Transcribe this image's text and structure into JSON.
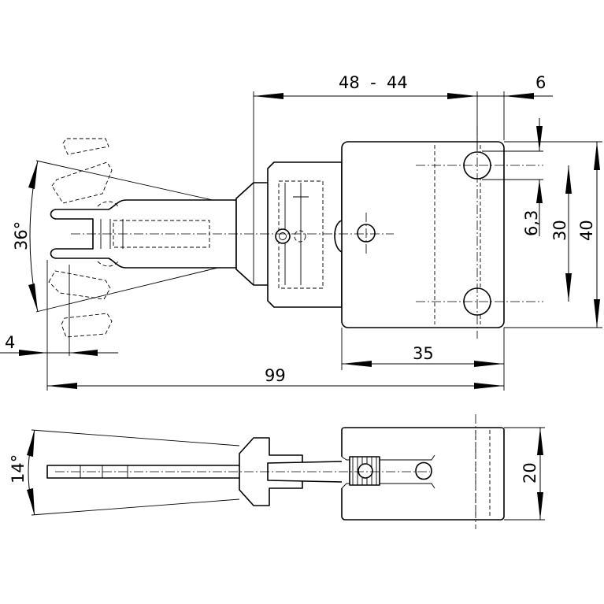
{
  "dimensions": {
    "adjust_range": "48  -  44",
    "offset": "6",
    "hole_dia": "6,3",
    "hole_spacing": "30",
    "body_height": "40",
    "body_width": "35",
    "overall_length": "99",
    "fork_offset": "4",
    "swing_angle": "36°",
    "side_angle": "14°",
    "body_thickness": "20"
  }
}
